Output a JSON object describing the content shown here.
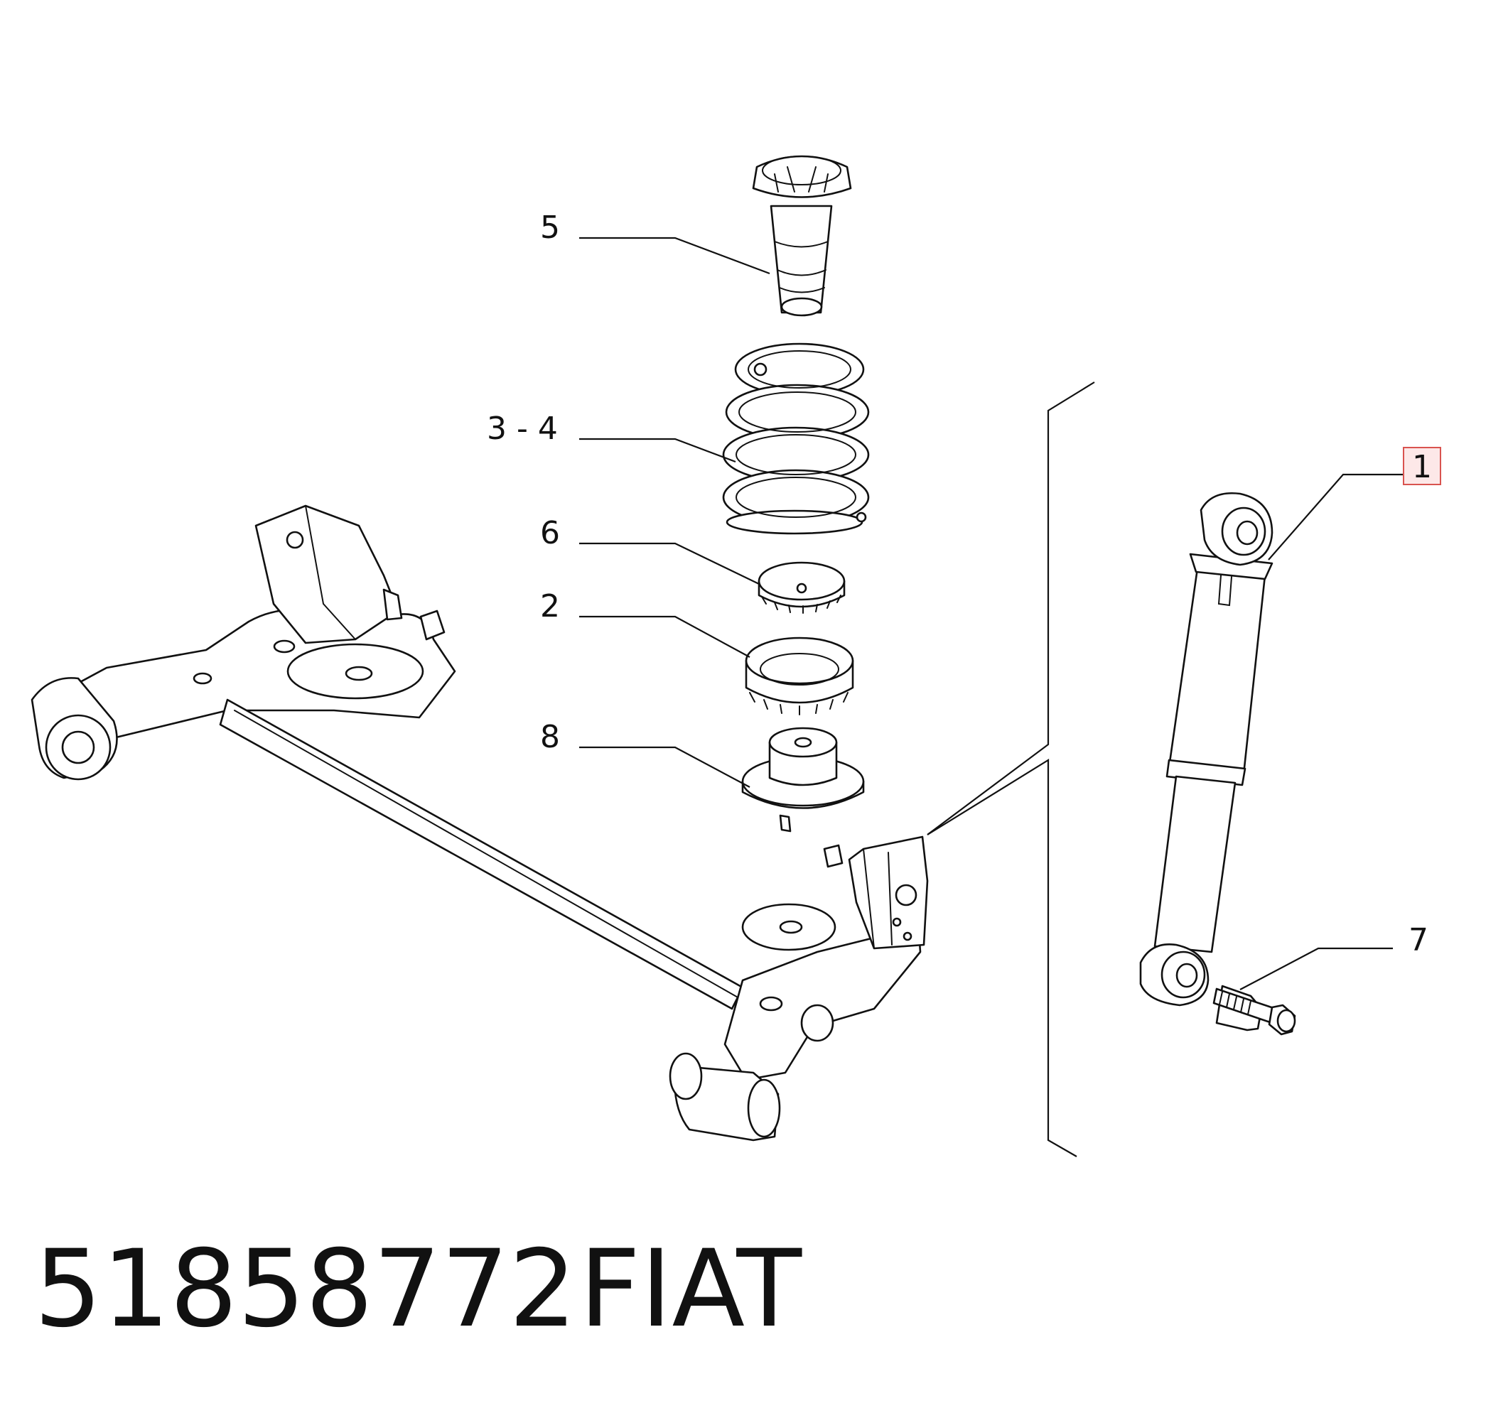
{
  "callouts": {
    "c5": "5",
    "c34": "3 - 4",
    "c6": "6",
    "c2": "2",
    "c8": "8",
    "c1": "1",
    "c7": "7"
  },
  "highlighted_callout": "1",
  "highlight_color": "#d9534f",
  "footer": {
    "part_number": "51858772",
    "brand": "FIAT"
  }
}
